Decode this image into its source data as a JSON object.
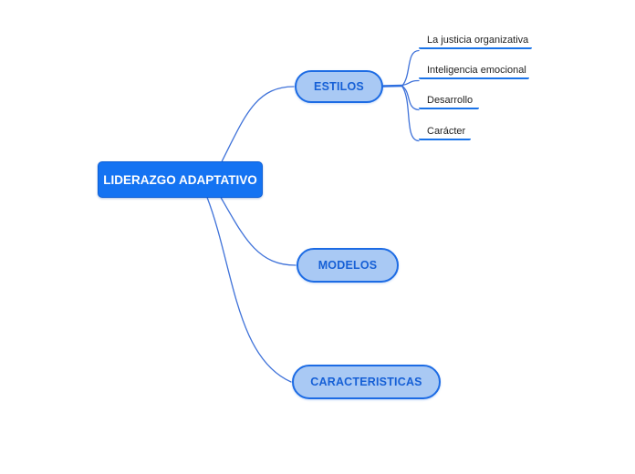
{
  "colors": {
    "root-fill": "#1473f2",
    "root-border": "#0d5fd6",
    "root-text": "#ffffff",
    "branch-fill": "#a9c9f4",
    "branch-border": "#1c6be4",
    "branch-text": "#1660d6",
    "line": "#3f72d9",
    "underline": "#1a73e8",
    "subtext": "#1f1f1f",
    "canvas": "#ffffff"
  },
  "root": {
    "label": "LIDERAZGO ADAPTATIVO"
  },
  "branches": [
    {
      "id": "estilos",
      "label": "ESTILOS",
      "children": [
        "La justicia organizativa",
        "Inteligencia emocional",
        "Desarrollo",
        "Carácter"
      ]
    },
    {
      "id": "modelos",
      "label": "MODELOS",
      "children": []
    },
    {
      "id": "caracteristicas",
      "label": "CARACTERISTICAS",
      "children": []
    }
  ]
}
